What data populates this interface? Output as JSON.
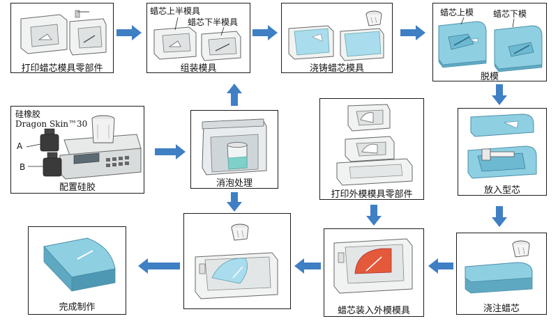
{
  "colors": {
    "arrow": "#3f7fc4",
    "mold_light": "#eef0f0",
    "mold_edge": "#777777",
    "wax_blue": "#8ecfe2",
    "wax_cyan": "#b9e3ef",
    "silicone_red": "#e4593a"
  },
  "steps": {
    "print_core_parts": "打印蜡芯模具零部件",
    "assemble": "组装模具",
    "pour_core": "浇铸蜡芯模具",
    "demold": "脱模",
    "insert_core": "放入型芯",
    "pour_wax": "浇注蜡芯",
    "core_into_outer": "蜡芯装入外模模具",
    "print_outer_parts": "打印外模模具零部件",
    "degas": "消泡处理",
    "mix_silicone": "配置硅胶",
    "finish": "完成制作"
  },
  "labels": {
    "upper_half": "蜡芯上半模具",
    "lower_half": "蜡芯下半模具",
    "upper_mold": "蜡芯上模",
    "lower_mold": "蜡芯下模",
    "silicone": "硅橡胶",
    "brand": "Dragon Skin™30",
    "part_a": "A",
    "part_b": "B"
  }
}
